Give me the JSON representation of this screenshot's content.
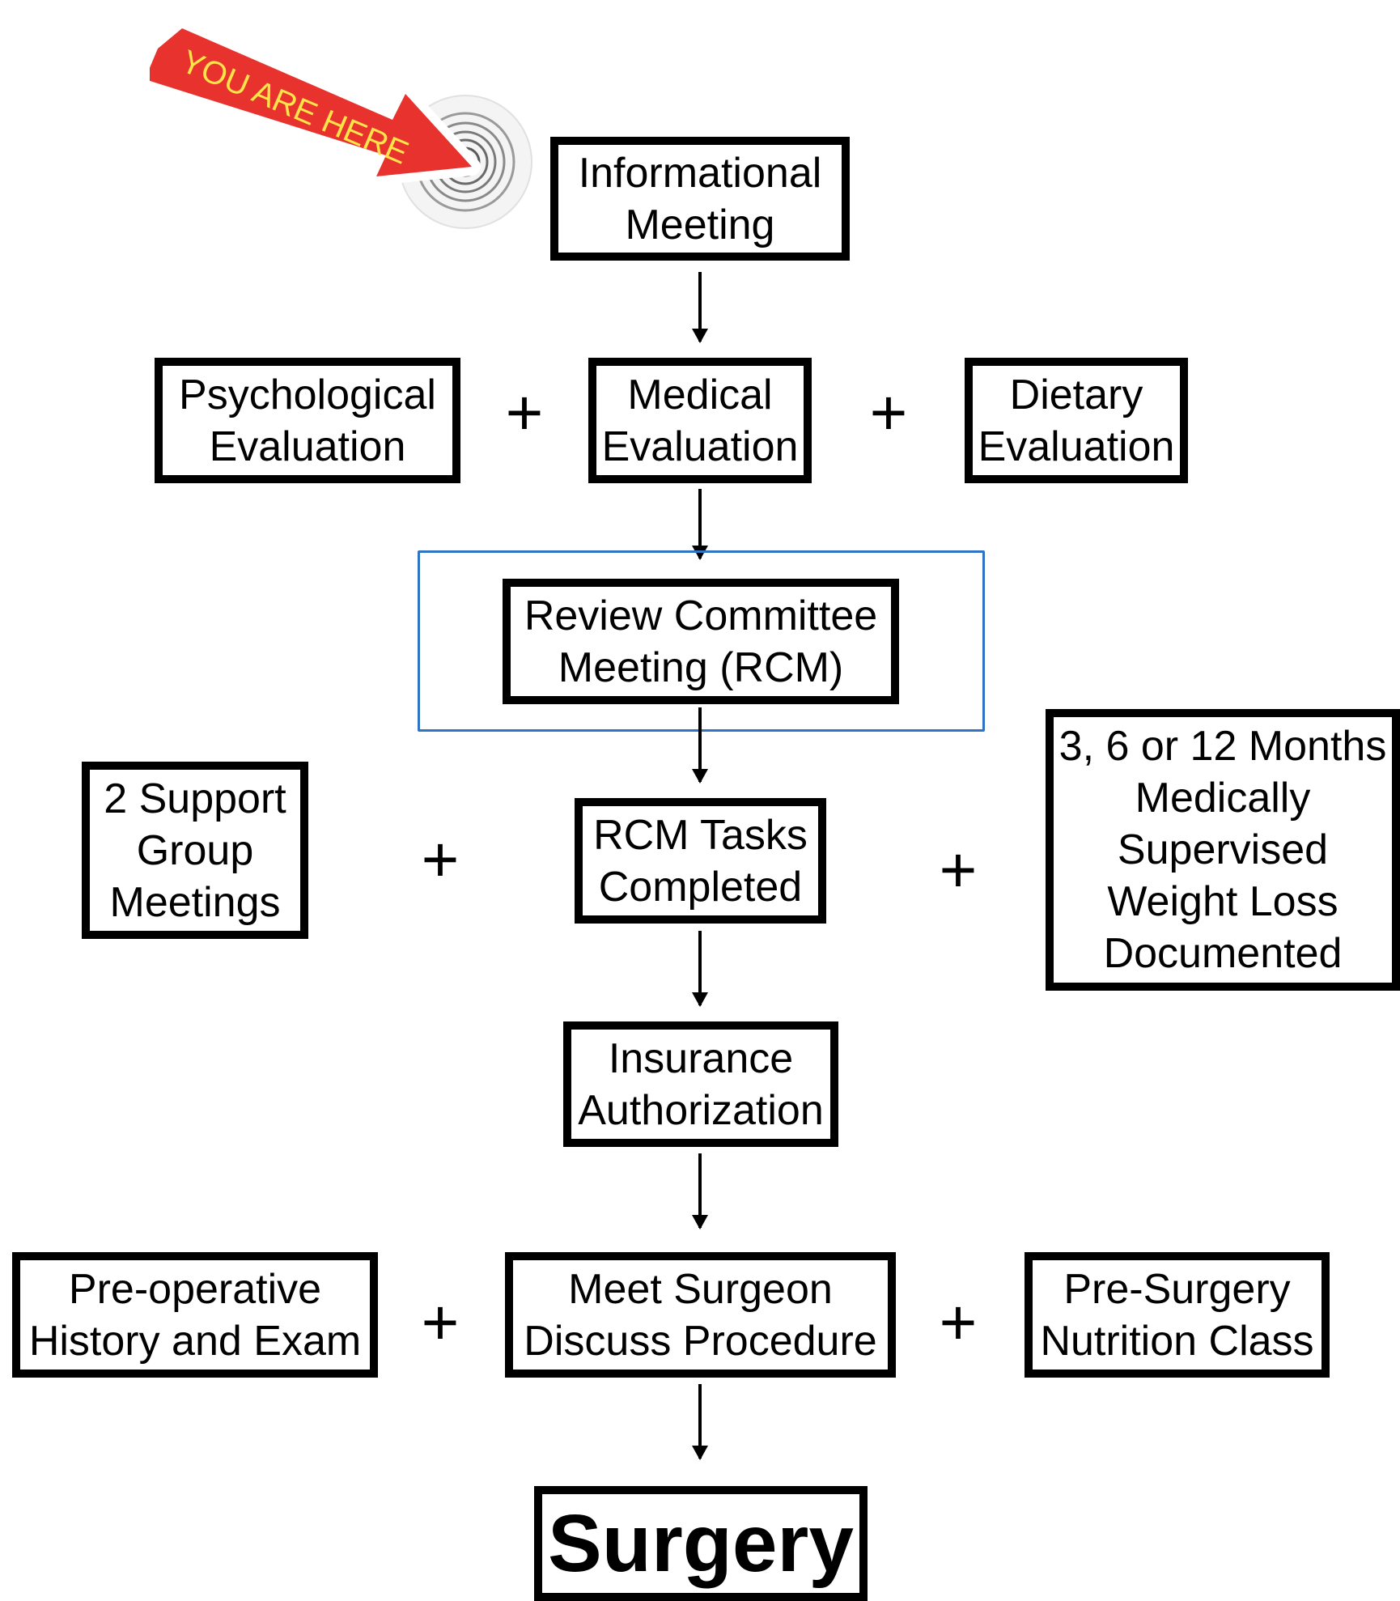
{
  "sticker": {
    "text": "YOU ARE HERE",
    "arrow_color": "#e8322d",
    "text_color": "#ffe34a"
  },
  "boxes": {
    "informational": "Informational\nMeeting",
    "psychological": "Psychological\nEvaluation",
    "medical": "Medical\nEvaluation",
    "dietary": "Dietary\nEvaluation",
    "review": "Review Committee\nMeeting (RCM)",
    "support": "2 Support\nGroup\nMeetings",
    "rcm_tasks": "RCM Tasks\nCompleted",
    "weight_loss": "3, 6 or 12 Months\nMedically\nSupervised\nWeight Loss\nDocumented",
    "insurance": "Insurance\nAuthorization",
    "preop": "Pre-operative\nHistory and Exam",
    "surgeon": "Meet Surgeon\nDiscuss Procedure",
    "nutrition": "Pre-Surgery\nNutrition Class",
    "surgery": "Surgery"
  },
  "plus_sign": "+",
  "colors": {
    "highlight": "#2f73c4",
    "border": "#000000"
  }
}
